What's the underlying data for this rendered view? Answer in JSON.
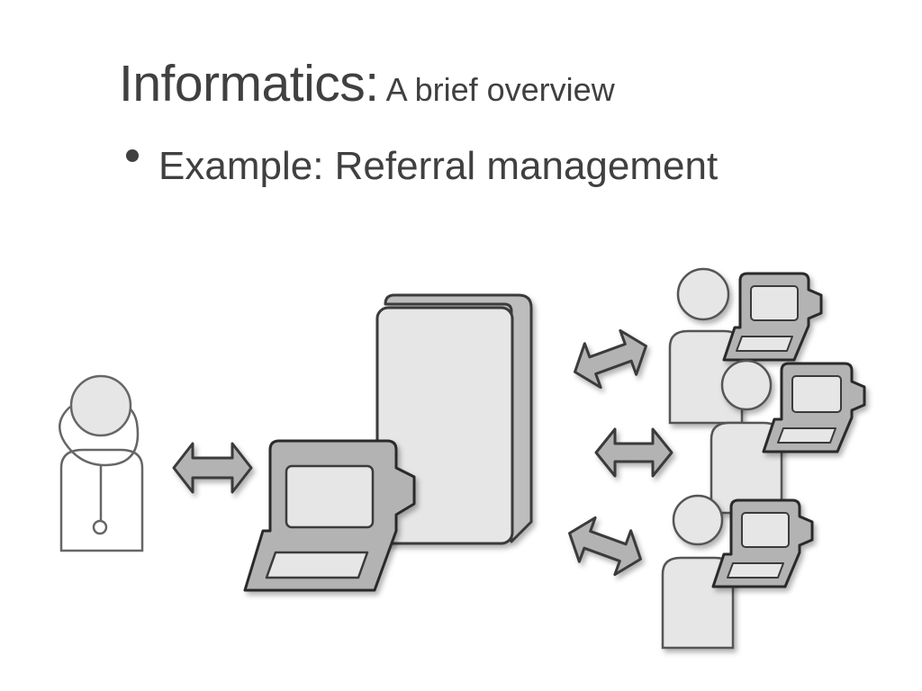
{
  "slide": {
    "title": "Informatics:",
    "subtitle": "A brief overview",
    "bullets": [
      "Example: Referral management"
    ]
  },
  "diagram": {
    "icons": [
      "doctor-icon",
      "bidirectional-arrow-icon",
      "laptop-icon",
      "server-icon",
      "person-icon"
    ],
    "colors": {
      "fill_light": "#e6e6e6",
      "fill_device": "#b3b3b3",
      "stroke": "#3a3a3a",
      "text": "#404040"
    }
  }
}
